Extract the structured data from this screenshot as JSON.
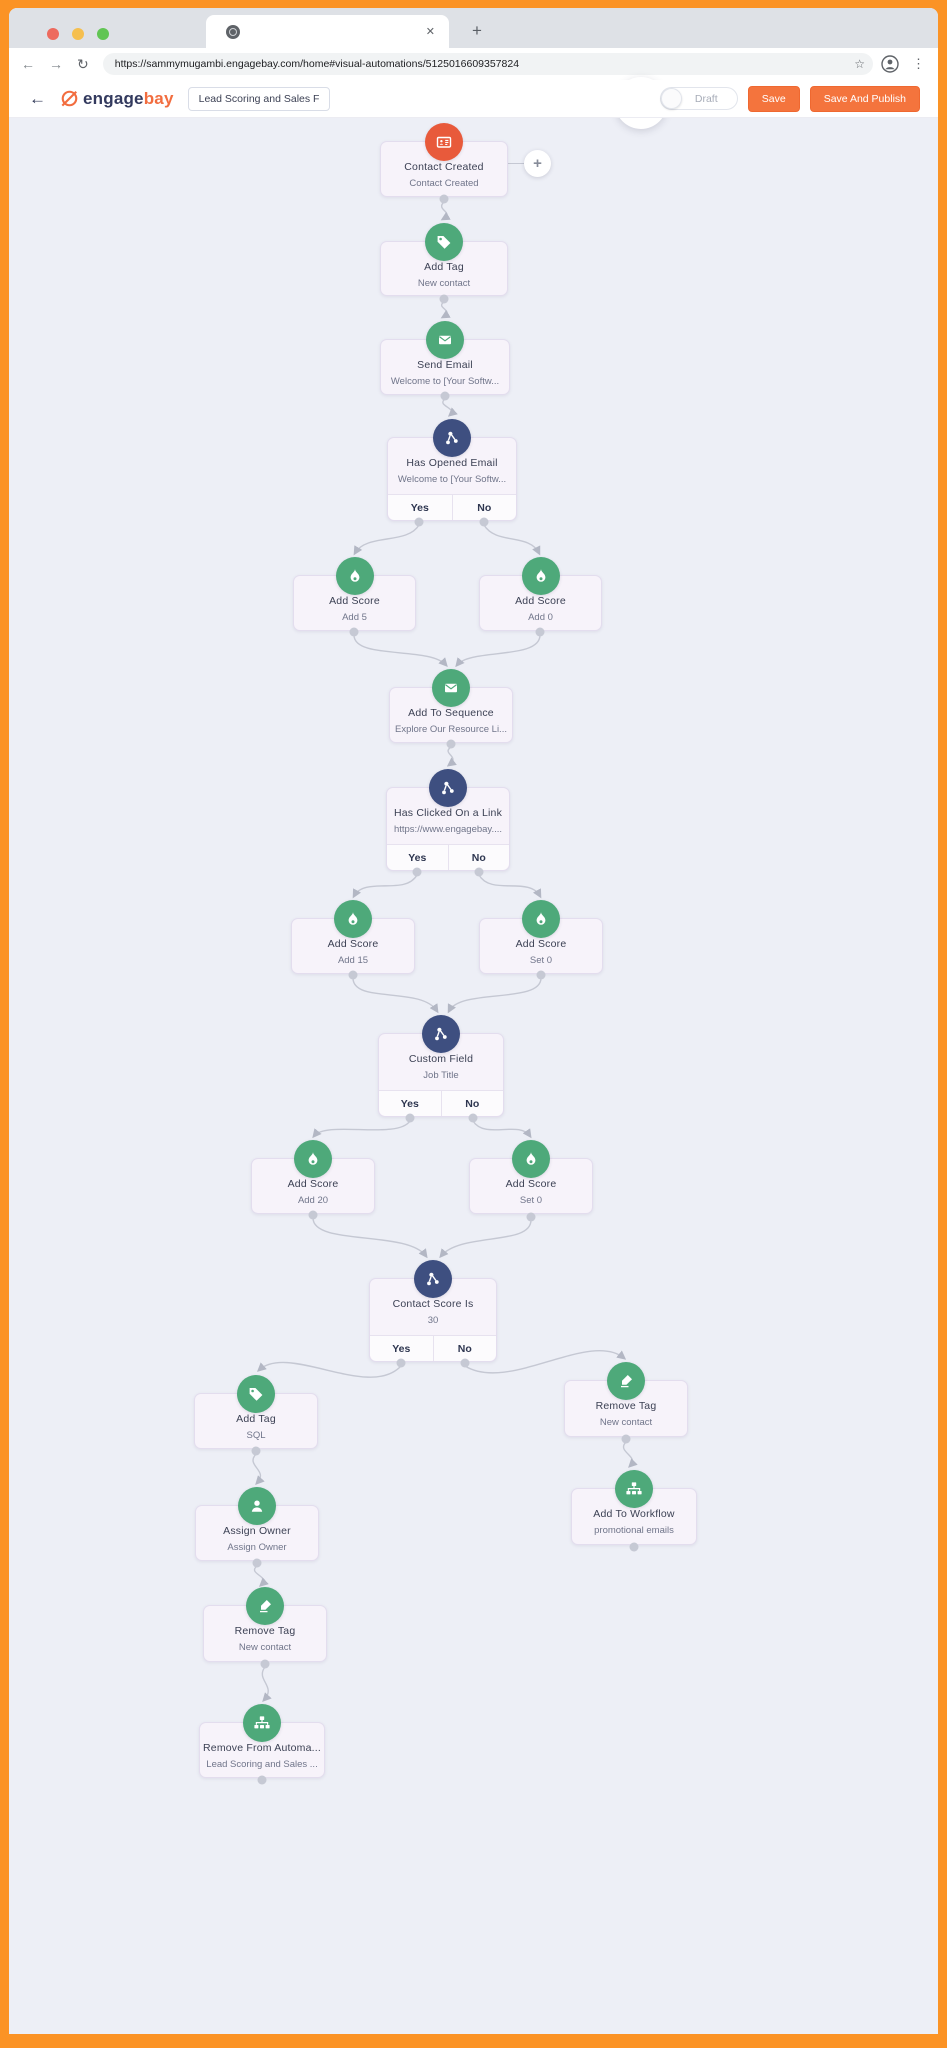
{
  "browser": {
    "tab_close": "✕",
    "new_tab": "+",
    "nav": {
      "back": "←",
      "forward": "→",
      "reload": "↻"
    },
    "url": "https://sammymugambi.engagebay.com/home#visual-automations/5125016609357824",
    "bookmark_star": "☆",
    "menu_dots": "⋮"
  },
  "header": {
    "back_arrow": "←",
    "logo": {
      "engage": "engage",
      "bay": "bay",
      "accent_color": "#f26d3f"
    },
    "automation_name": "Lead Scoring and Sales F",
    "draft_label": "Draft",
    "save_label": "Save",
    "save_and_publish_label": "Save And Publish"
  },
  "canvas": {
    "add_node_plus": "+",
    "mini_plus": "+",
    "condition_labels": {
      "yes": "Yes",
      "no": "No"
    },
    "colors": {
      "action": "#4ea97a",
      "condition": "#3e4f80",
      "trigger": "#e85a3b"
    },
    "nodes": [
      {
        "title": "Contact Created",
        "subtitle": "Contact Created",
        "kind": "trigger",
        "icon": "contact-card-icon"
      },
      {
        "title": "Add Tag",
        "subtitle": "New contact",
        "kind": "action",
        "icon": "tag-icon"
      },
      {
        "title": "Send Email",
        "subtitle": "Welcome to [Your Softw...",
        "kind": "action",
        "icon": "envelope-icon"
      },
      {
        "title": "Has Opened Email",
        "subtitle": "Welcome to [Your Softw...",
        "kind": "condition",
        "icon": "branch-icon"
      },
      {
        "title": "Add Score",
        "subtitle": "Add 5",
        "kind": "action",
        "icon": "flame-icon"
      },
      {
        "title": "Add Score",
        "subtitle": "Add 0",
        "kind": "action",
        "icon": "flame-icon"
      },
      {
        "title": "Add To Sequence",
        "subtitle": "Explore Our Resource Li...",
        "kind": "action",
        "icon": "envelope-icon"
      },
      {
        "title": "Has Clicked On a Link",
        "subtitle": "https://www.engagebay....",
        "kind": "condition",
        "icon": "branch-icon"
      },
      {
        "title": "Add Score",
        "subtitle": "Add 15",
        "kind": "action",
        "icon": "flame-icon"
      },
      {
        "title": "Add Score",
        "subtitle": "Set 0",
        "kind": "action",
        "icon": "flame-icon"
      },
      {
        "title": "Custom Field",
        "subtitle": "Job Title",
        "kind": "condition",
        "icon": "branch-icon"
      },
      {
        "title": "Add Score",
        "subtitle": "Add 20",
        "kind": "action",
        "icon": "flame-icon"
      },
      {
        "title": "Add Score",
        "subtitle": "Set 0",
        "kind": "action",
        "icon": "flame-icon"
      },
      {
        "title": "Contact Score Is",
        "subtitle": "30",
        "kind": "condition",
        "icon": "branch-icon"
      },
      {
        "title": "Add Tag",
        "subtitle": "SQL",
        "kind": "action",
        "icon": "tag-icon"
      },
      {
        "title": "Assign Owner",
        "subtitle": "Assign Owner",
        "kind": "action",
        "icon": "person-icon"
      },
      {
        "title": "Remove Tag",
        "subtitle": "New contact",
        "kind": "action",
        "icon": "remove-tag-icon"
      },
      {
        "title": "Remove From Automa...",
        "subtitle": "Lead Scoring and Sales ...",
        "kind": "action",
        "icon": "sitemap-icon"
      },
      {
        "title": "Remove Tag",
        "subtitle": "New contact",
        "kind": "action",
        "icon": "remove-tag-icon"
      },
      {
        "title": "Add To Workflow",
        "subtitle": "promotional emails",
        "kind": "action",
        "icon": "sitemap-icon"
      }
    ]
  }
}
